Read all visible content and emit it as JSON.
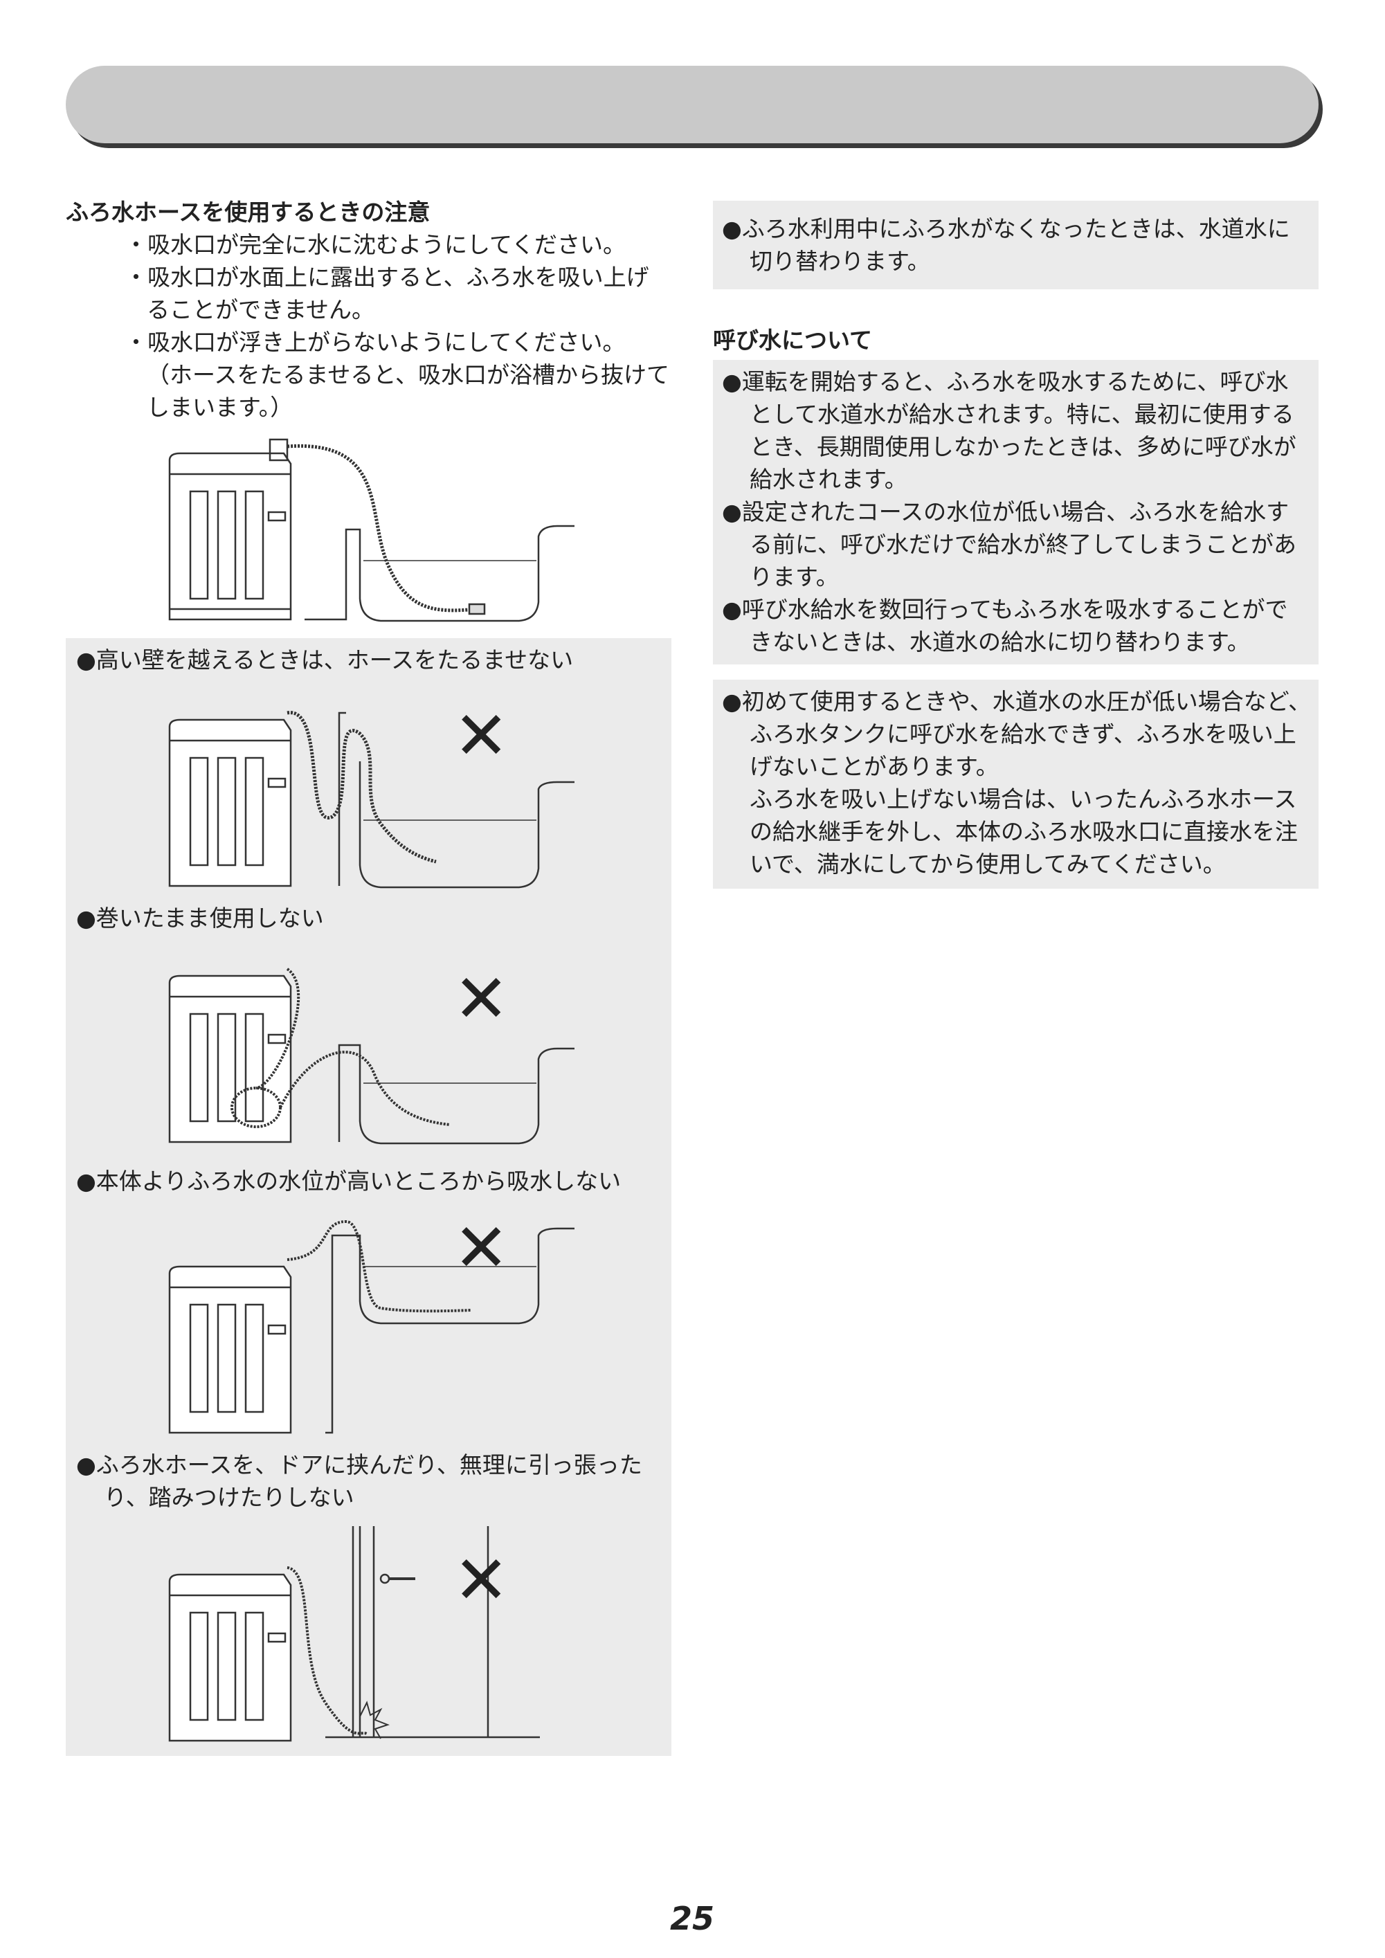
{
  "header": {
    "title": ""
  },
  "left": {
    "section_title": "ふろ水ホースを使用するときの注意",
    "notes": [
      "・吸水口が完全に水に沈むようにしてください。",
      "・吸水口が水面上に露出すると、ふろ水を吸い上げ",
      "ることができません。",
      "・吸水口が浮き上がらないようにしてください。",
      "（ホースをたるませると、吸水口が浴槽から抜けて",
      "しまいます。）"
    ],
    "warnings": [
      {
        "lines": [
          "●高い壁を越えるときは、ホースをたるませない"
        ]
      },
      {
        "lines": [
          "●巻いたまま使用しない"
        ]
      },
      {
        "lines": [
          "●本体よりふろ水の水位が高いところから吸水しない"
        ]
      },
      {
        "lines": [
          "●ふろ水ホースを、ドアに挟んだり、無理に引っ張った",
          "り、踏みつけたりしない"
        ]
      }
    ],
    "x_mark": "✕"
  },
  "right": {
    "box1_lines": [
      "●ふろ水利用中にふろ水がなくなったときは、水道水に",
      "切り替わります。"
    ],
    "section_title": "呼び水について",
    "box2_lines": [
      "●運転を開始すると、ふろ水を吸水するために、呼び水",
      "として水道水が給水されます。特に、最初に使用する",
      "とき、長期間使用しなかったときは、多めに呼び水が",
      "給水されます。",
      "●設定されたコースの水位が低い場合、ふろ水を給水す",
      "る前に、呼び水だけで給水が終了してしまうことがあ",
      "ります。",
      "●呼び水給水を数回行ってもふろ水を吸水することがで",
      "きないときは、水道水の給水に切り替わります。"
    ],
    "box3_lines": [
      "●初めて使用するときや、水道水の水圧が低い場合など、",
      "ふろ水タンクに呼び水を給水できず、ふろ水を吸い上",
      "げないことがあります。",
      "ふろ水を吸い上げない場合は、いったんふろ水ホース",
      "の給水継手を外し、本体のふろ水吸水口に直接水を注",
      "いで、満水にしてから使用してみてください。"
    ]
  },
  "page_number": "25"
}
